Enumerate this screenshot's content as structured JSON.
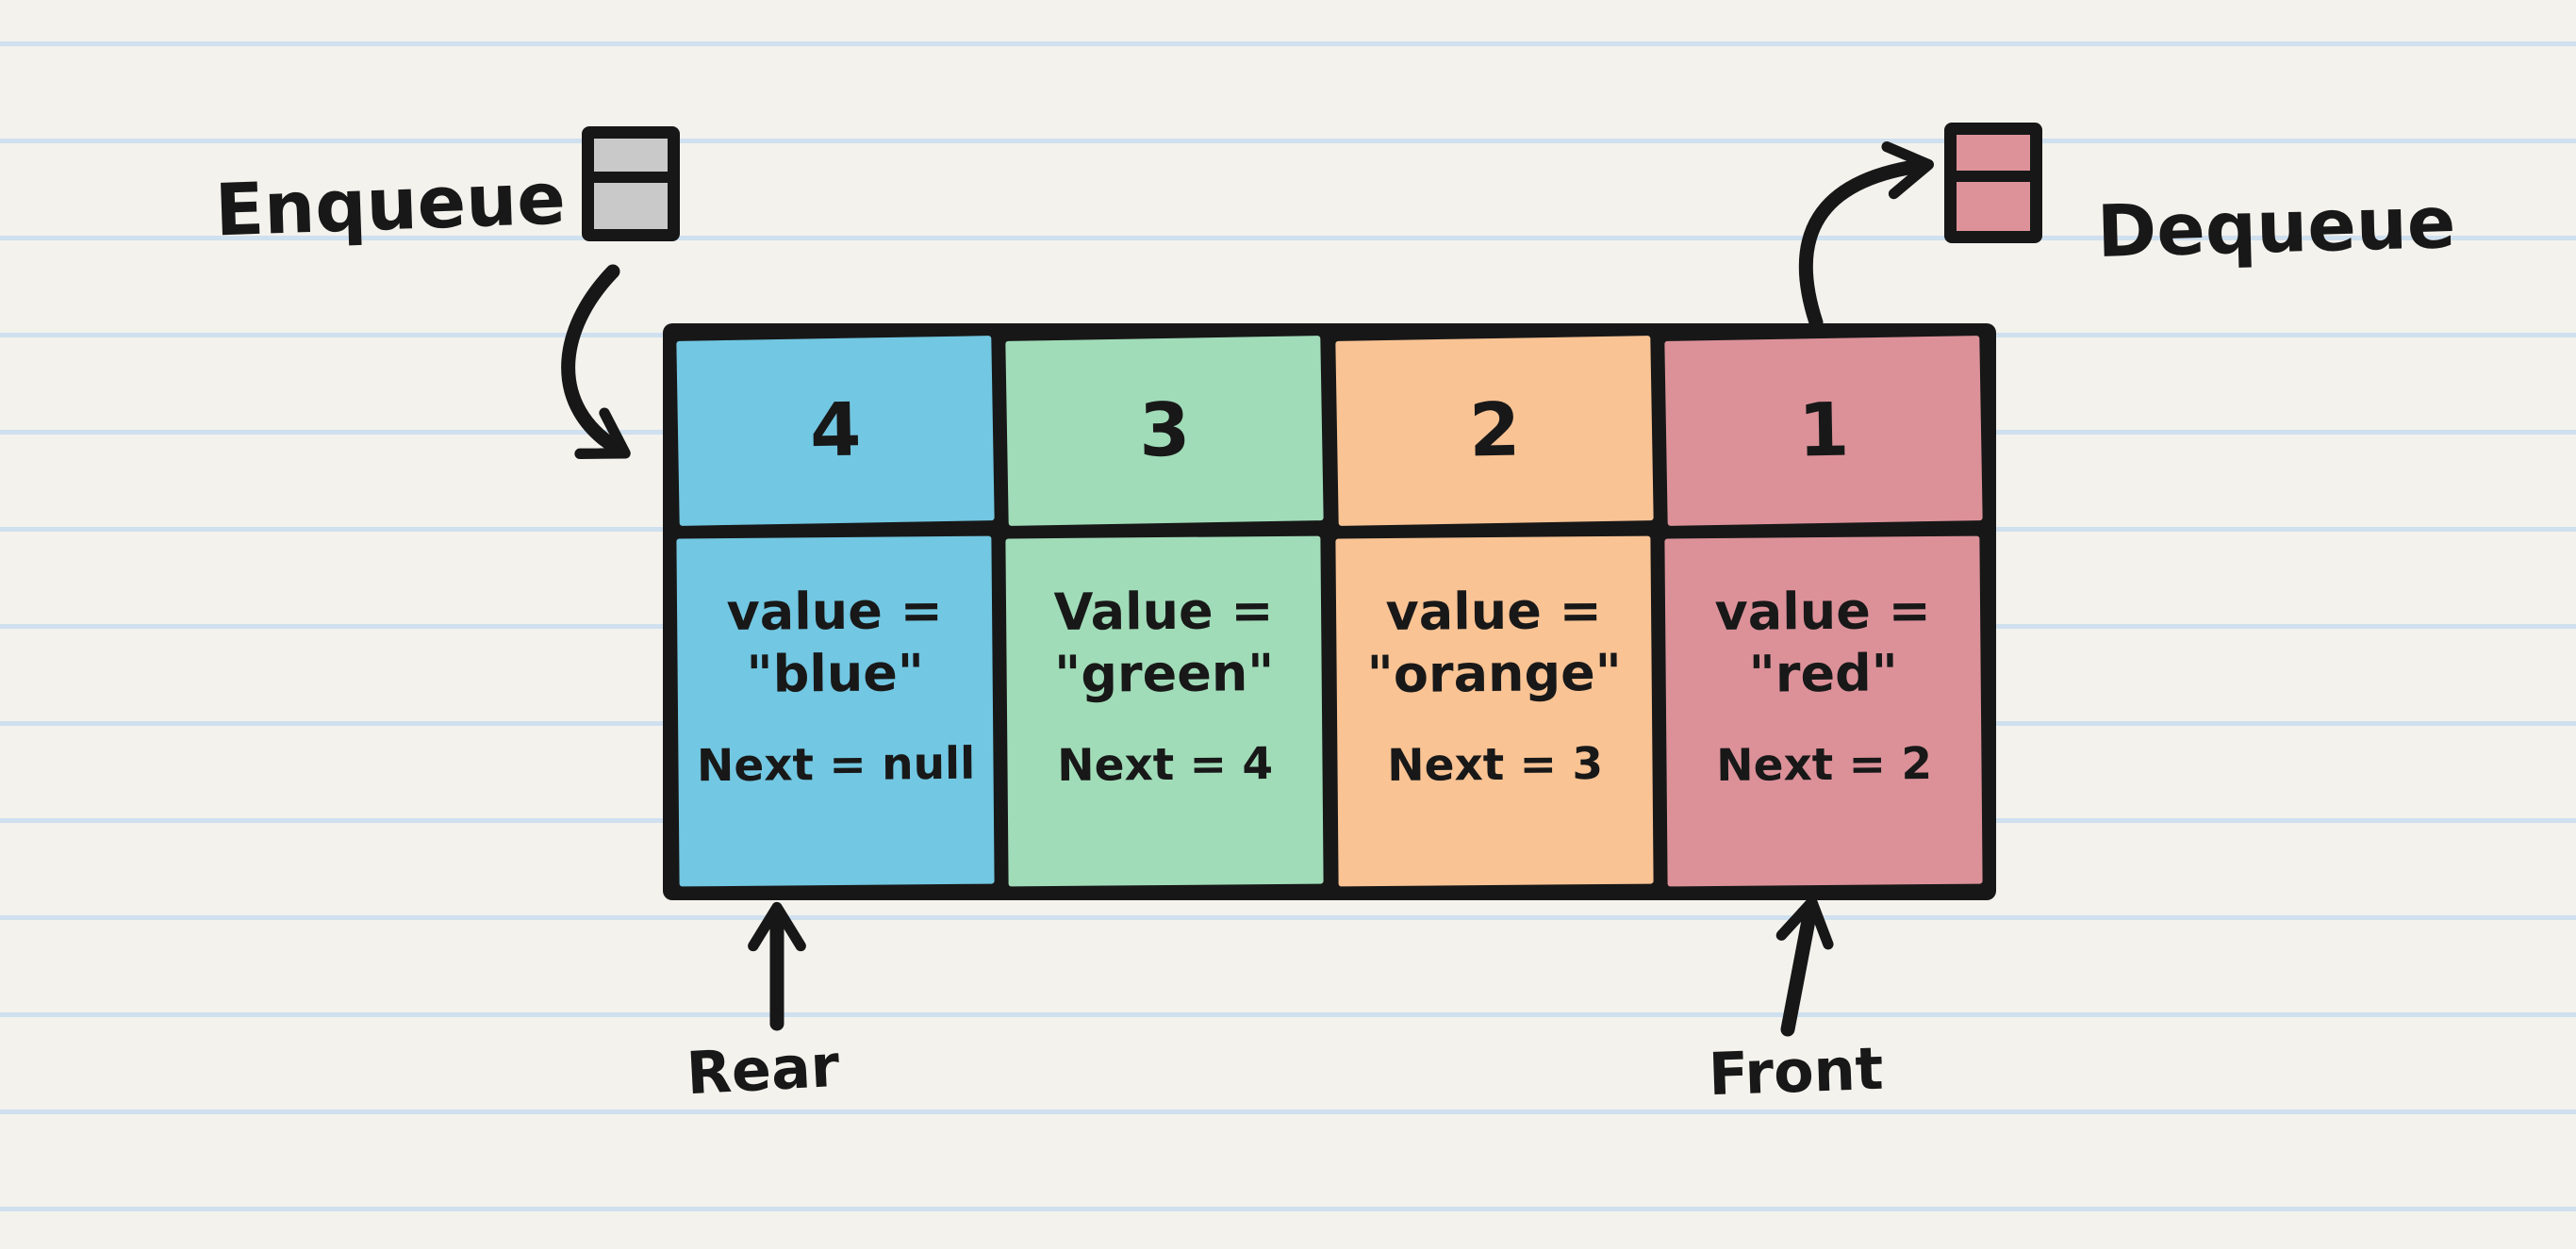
{
  "page": {
    "background_color": "#f3f2ed",
    "rule_line_color": "#cfe0ef",
    "ink_color": "#171717"
  },
  "icons": {
    "enqueue_node": {
      "name": "two-cell-node-icon",
      "fill": "#c9c9c9"
    },
    "dequeue_node": {
      "name": "two-cell-node-icon",
      "fill": "#dd9199"
    }
  },
  "operations": {
    "enqueue_label": "Enqueue",
    "dequeue_label": "Dequeue"
  },
  "pointers": {
    "rear_label": "Rear",
    "front_label": "Front"
  },
  "queue": {
    "cells": [
      {
        "index": "4",
        "color": "#72c7e2",
        "value_line1": "value =",
        "value_line2": "\"blue\"",
        "next": "Next = null"
      },
      {
        "index": "3",
        "color": "#a0dcb8",
        "value_line1": "Value =",
        "value_line2": "\"green\"",
        "next": "Next = 4"
      },
      {
        "index": "2",
        "color": "#f9c394",
        "value_line1": "value =",
        "value_line2": "\"orange\"",
        "next": "Next = 3"
      },
      {
        "index": "1",
        "color": "#dc9199",
        "value_line1": "value =",
        "value_line2": "\"red\"",
        "next": "Next = 2"
      }
    ]
  }
}
